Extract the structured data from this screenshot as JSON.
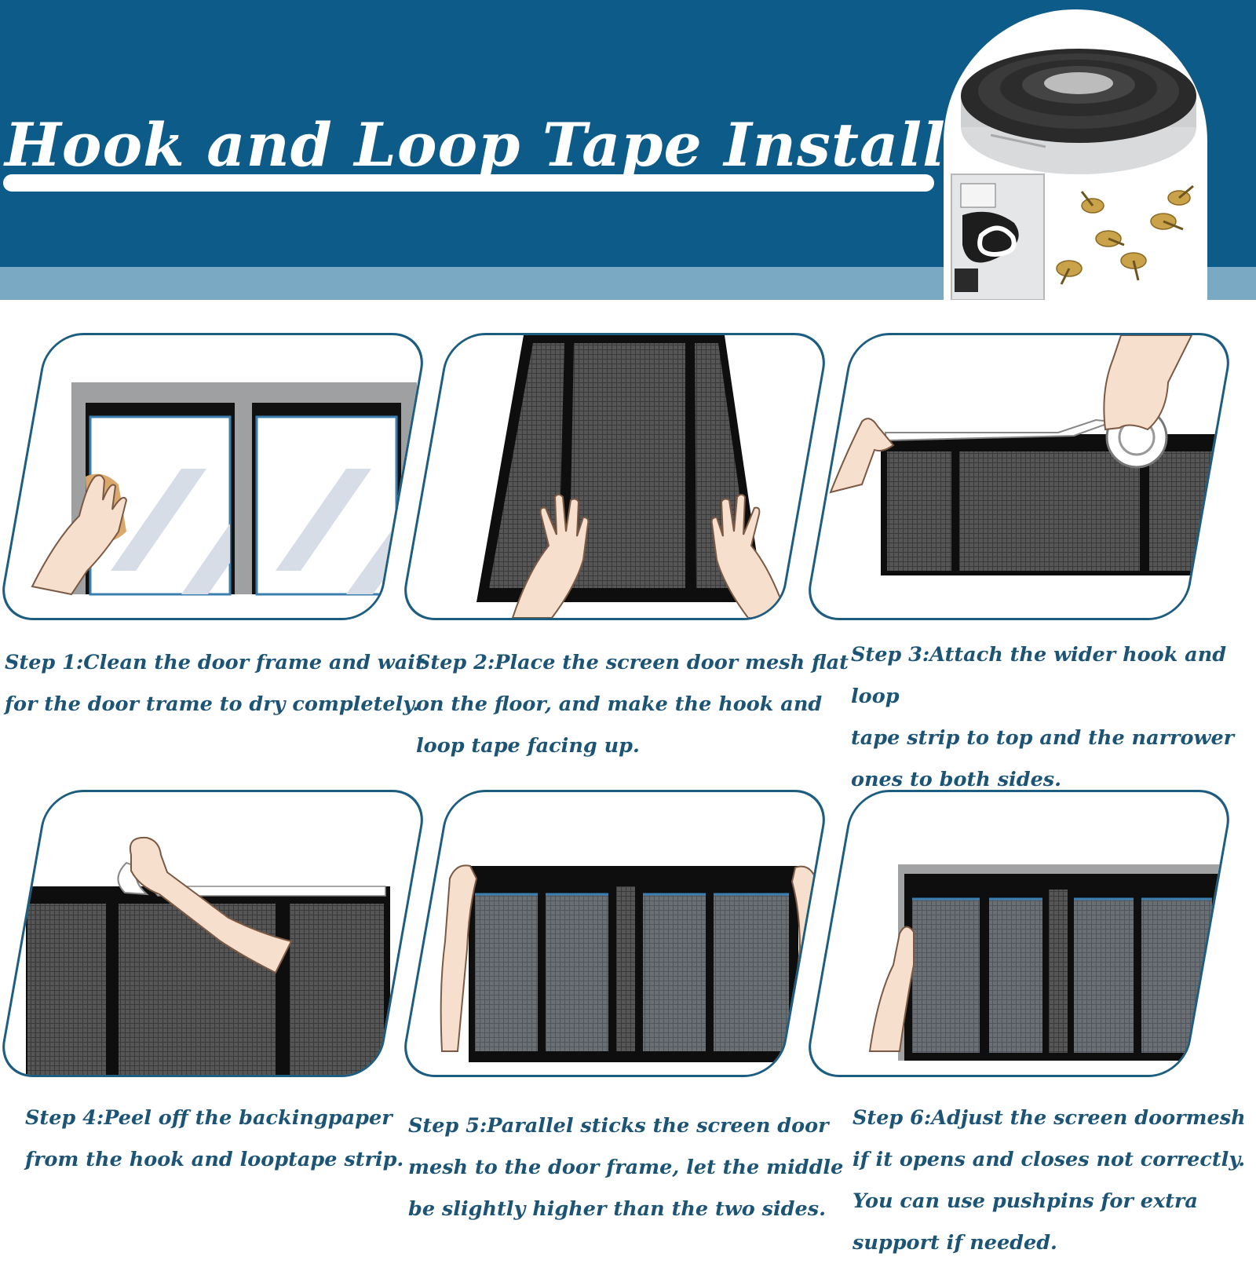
{
  "header": {
    "title": "Hook and Loop Tape Installation",
    "background_color": "#0d5b88",
    "stripe_color": "#7aa9c3"
  },
  "product_image": {
    "items": [
      "tape-roll-icon",
      "accessory-bag-icon",
      "pushpins-icon"
    ]
  },
  "steps": [
    {
      "text": "Step 1:Clean the door frame and wait\nfor the door trame to dry completely.",
      "illustration": "cleaning-window-frame"
    },
    {
      "text": "Step 2:Place the screen door mesh flat\n on the floor, and make the hook and\n loop tape facing up.",
      "illustration": "mesh-flat-on-floor"
    },
    {
      "text": "Step 3:Attach the wider hook and loop\n tape strip to top and the narrower\nones to both sides.",
      "illustration": "attaching-tape"
    },
    {
      "text": "Step 4:Peel off the backingpaper\nfrom the hook and looptape strip.",
      "illustration": "peeling-backing-paper"
    },
    {
      "text": "Step 5:Parallel sticks the screen door\n mesh to the door frame, let the middle\n be slightly higher than the two sides.",
      "illustration": "sticking-mesh-to-frame"
    },
    {
      "text": "Step 6:Adjust the screen doormesh\nif it opens and closes not correctly.\nYou can use pushpins for extra\nsupport if needed.",
      "illustration": "adjusting-mesh"
    }
  ],
  "colors": {
    "panel_border": "#1c5d80",
    "step_text": "#1c5476",
    "mesh": "#4b4b4b",
    "frame": "#0e0e0e"
  }
}
